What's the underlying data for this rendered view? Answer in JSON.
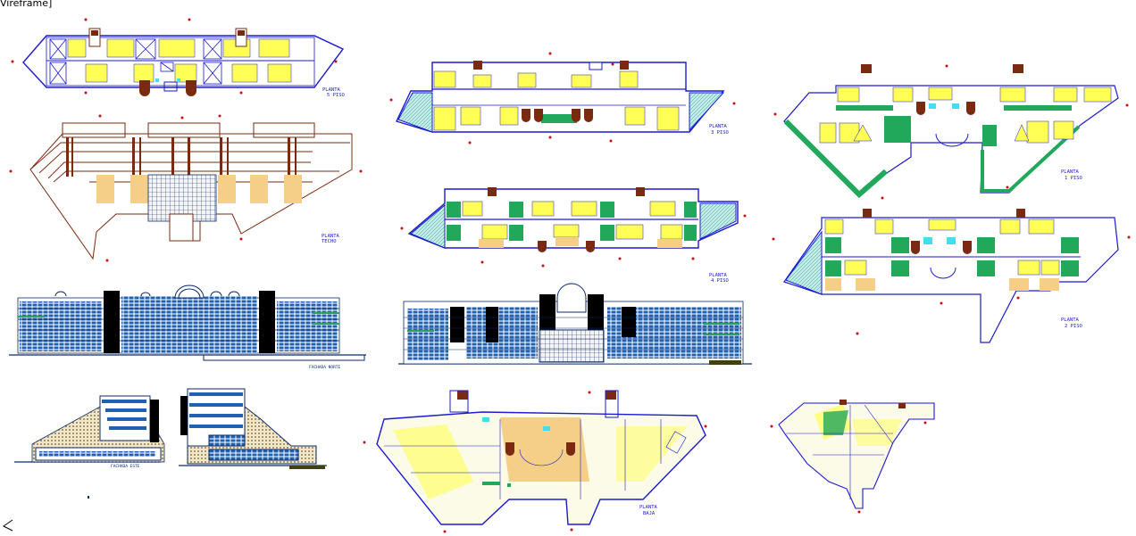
{
  "viewport": {
    "visual_style_label": "Vireframe]"
  },
  "colors": {
    "wall_blue": "#1a1ad0",
    "fill_yellow": "#ffff55",
    "fill_green": "#22a85a",
    "fill_cyan": "#44ddee",
    "fill_tan": "#f5cf88",
    "line_brown": "#7a2a10",
    "line_navy": "#0a2a6e",
    "mark_red": "#cc1010",
    "bg": "#ffffff"
  },
  "drawings": {
    "plan_5": {
      "line1": "PLANTA",
      "line2": "5 PISO"
    },
    "roof": {
      "line1": "PLANTA",
      "line2": "TECHO"
    },
    "plan_3": {
      "line1": "PLANTA",
      "line2": "3 PISO"
    },
    "plan_1": {
      "line1": "PLANTA",
      "line2": "1 PISO"
    },
    "plan_4": {
      "line1": "PLANTA",
      "line2": "4 PISO"
    },
    "plan_2": {
      "line1": "PLANTA",
      "line2": "2 PISO"
    },
    "north_facade": {
      "label": "FACHADA NORTE"
    },
    "east_facade": {
      "label": "FACHADA ESTE"
    },
    "ground": {
      "line1": "PLANTA",
      "line2": "BAJA"
    }
  }
}
